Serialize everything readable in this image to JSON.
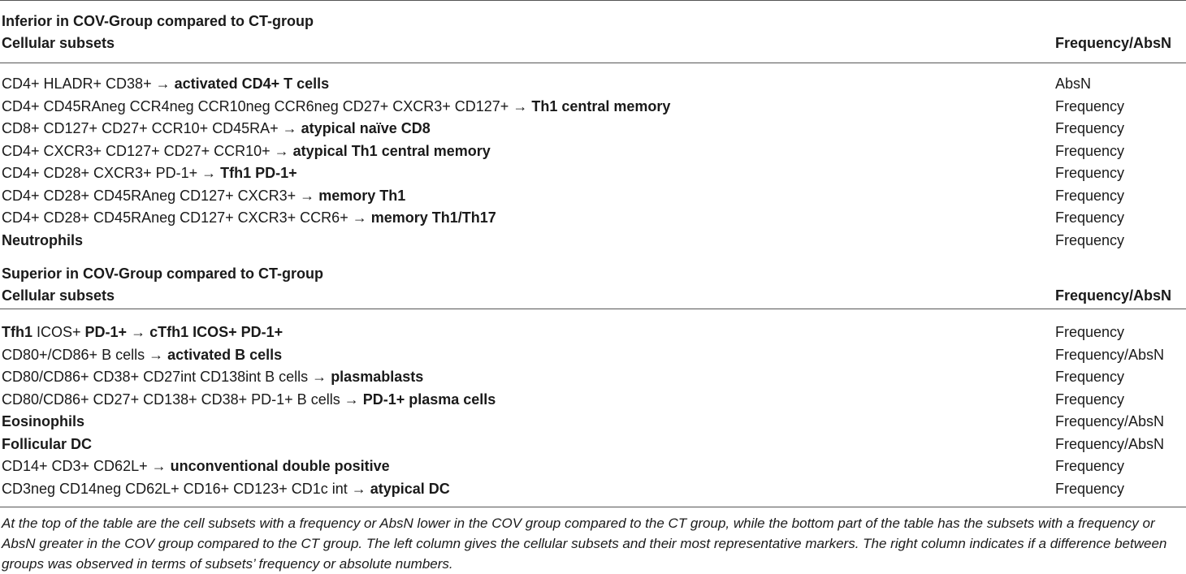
{
  "sections": [
    {
      "title": "Inferior in COV-Group compared to CT-group",
      "header_left": "Cellular subsets",
      "header_right": "Frequency/AbsN",
      "rows": [
        {
          "segments": [
            {
              "text": "CD4+ HLADR+ CD38+ → ",
              "bold": false
            },
            {
              "text": "activated CD4+ T cells",
              "bold": true
            }
          ],
          "value": "AbsN"
        },
        {
          "segments": [
            {
              "text": "CD4+ CD45RAneg CCR4neg CCR10neg CCR6neg CD27+ CXCR3+ CD127+ → ",
              "bold": false
            },
            {
              "text": "Th1 central memory",
              "bold": true
            }
          ],
          "value": "Frequency"
        },
        {
          "segments": [
            {
              "text": "CD8+ CD127+ CD27+ CCR10+ CD45RA+ → ",
              "bold": false
            },
            {
              "text": "atypical naïve CD8",
              "bold": true
            }
          ],
          "value": "Frequency"
        },
        {
          "segments": [
            {
              "text": "CD4+ CXCR3+ CD127+ CD27+ CCR10+ → ",
              "bold": false
            },
            {
              "text": "atypical Th1 central memory",
              "bold": true
            }
          ],
          "value": "Frequency"
        },
        {
          "segments": [
            {
              "text": "CD4+ CD28+ CXCR3+ PD-1+ → ",
              "bold": false
            },
            {
              "text": "Tfh1 PD-1+",
              "bold": true
            }
          ],
          "value": "Frequency"
        },
        {
          "segments": [
            {
              "text": "CD4+ CD28+ CD45RAneg CD127+ CXCR3+ → ",
              "bold": false
            },
            {
              "text": "memory Th1",
              "bold": true
            }
          ],
          "value": "Frequency"
        },
        {
          "segments": [
            {
              "text": "CD4+ CD28+ CD45RAneg CD127+ CXCR3+ CCR6+ → ",
              "bold": false
            },
            {
              "text": "memory Th1/Th17",
              "bold": true
            }
          ],
          "value": "Frequency"
        },
        {
          "segments": [
            {
              "text": "Neutrophils",
              "bold": true
            }
          ],
          "value": "Frequency"
        }
      ]
    },
    {
      "title": "Superior in COV-Group compared to CT-group",
      "header_left": "Cellular subsets",
      "header_right": "Frequency/AbsN",
      "rows": [
        {
          "segments": [
            {
              "text": "Tfh1",
              "bold": true
            },
            {
              "text": " ICOS+ ",
              "bold": false
            },
            {
              "text": "PD-1+",
              "bold": true
            },
            {
              "text": " → ",
              "bold": false
            },
            {
              "text": "cTfh1 ICOS+ PD-1+",
              "bold": true
            }
          ],
          "value": "Frequency"
        },
        {
          "segments": [
            {
              "text": "CD80+/CD86+ B cells → ",
              "bold": false
            },
            {
              "text": "activated B cells",
              "bold": true
            }
          ],
          "value": "Frequency/AbsN"
        },
        {
          "segments": [
            {
              "text": "CD80/CD86+ CD38+ CD27int CD138int B cells → ",
              "bold": false
            },
            {
              "text": "plasmablasts",
              "bold": true
            }
          ],
          "value": "Frequency"
        },
        {
          "segments": [
            {
              "text": "CD80/CD86+ CD27+ CD138+ CD38+ PD-1+ B cells → ",
              "bold": false
            },
            {
              "text": "PD-1+ plasma cells",
              "bold": true
            }
          ],
          "value": "Frequency"
        },
        {
          "segments": [
            {
              "text": "Eosinophils",
              "bold": true
            }
          ],
          "value": "Frequency/AbsN"
        },
        {
          "segments": [
            {
              "text": "Follicular DC",
              "bold": true
            }
          ],
          "value": "Frequency/AbsN"
        },
        {
          "segments": [
            {
              "text": "CD14+ CD3+ CD62L+ → ",
              "bold": false
            },
            {
              "text": "unconventional double positive",
              "bold": true
            }
          ],
          "value": "Frequency"
        },
        {
          "segments": [
            {
              "text": "CD3neg CD14neg CD62L+ CD16+ CD123+ CD1c int → ",
              "bold": false
            },
            {
              "text": "atypical DC",
              "bold": true
            }
          ],
          "value": "Frequency"
        }
      ]
    }
  ],
  "footnote": "At the top of the table are the cell subsets with a frequency or AbsN lower in the COV group compared to the CT group, while the bottom part of the table has the subsets with a frequency or AbsN greater in the COV group compared to the CT group. The left column gives the cellular subsets and their most representative markers. The right column indicates if a difference between groups was observed in terms of subsets’ frequency or absolute numbers."
}
